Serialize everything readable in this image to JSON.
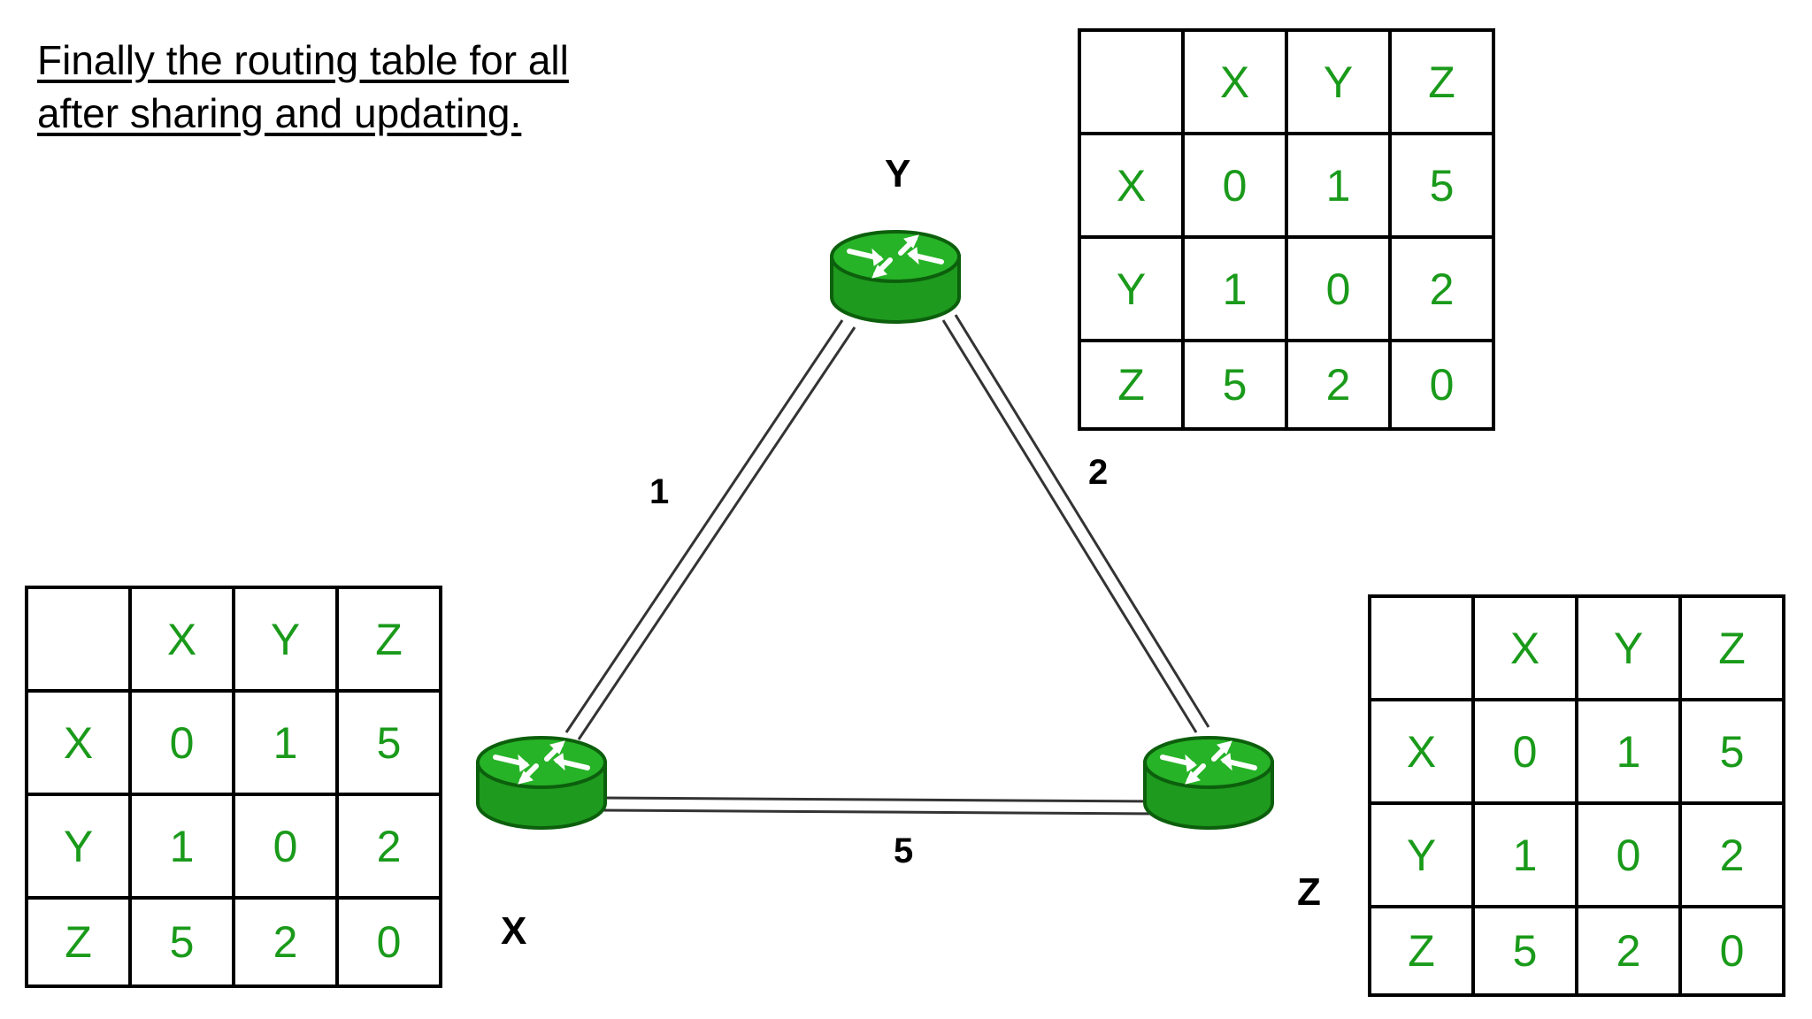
{
  "title": {
    "line1": "Finally the routing table for all",
    "line2": "after sharing and updating."
  },
  "colors": {
    "router_green": "#1e9a1e",
    "router_dark": "#0c5f0c",
    "table_text": "#1a9a1a",
    "link": "#333333"
  },
  "nodes": {
    "x": {
      "label": "X"
    },
    "y": {
      "label": "Y"
    },
    "z": {
      "label": "Z"
    }
  },
  "links": {
    "xy": {
      "cost": "1"
    },
    "yz": {
      "cost": "2"
    },
    "xz": {
      "cost": "5"
    }
  },
  "tables": {
    "headers": [
      "X",
      "Y",
      "Z"
    ],
    "y_table": {
      "rows": [
        {
          "label": "X",
          "values": [
            "0",
            "1",
            "5"
          ]
        },
        {
          "label": "Y",
          "values": [
            "1",
            "0",
            "2"
          ]
        },
        {
          "label": "Z",
          "values": [
            "5",
            "2",
            "0"
          ]
        }
      ]
    },
    "x_table": {
      "rows": [
        {
          "label": "X",
          "values": [
            "0",
            "1",
            "5"
          ]
        },
        {
          "label": "Y",
          "values": [
            "1",
            "0",
            "2"
          ]
        },
        {
          "label": "Z",
          "values": [
            "5",
            "2",
            "0"
          ]
        }
      ]
    },
    "z_table": {
      "rows": [
        {
          "label": "X",
          "values": [
            "0",
            "1",
            "5"
          ]
        },
        {
          "label": "Y",
          "values": [
            "1",
            "0",
            "2"
          ]
        },
        {
          "label": "Z",
          "values": [
            "5",
            "2",
            "0"
          ]
        }
      ]
    }
  }
}
